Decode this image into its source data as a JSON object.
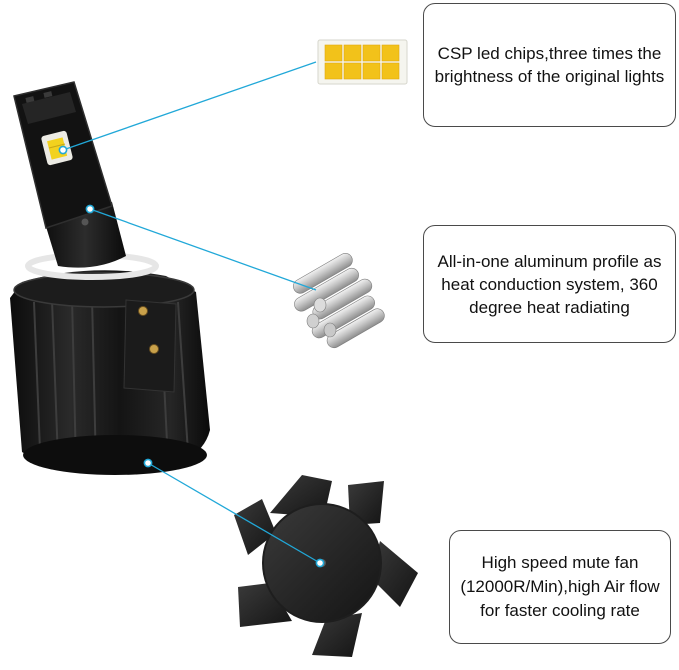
{
  "callouts": {
    "chips": "CSP led chips,three times the brightness of the original lights",
    "profile": "All-in-one aluminum profile as heat conduction system, 360 degree heat radiating",
    "fan": "High speed mute fan (12000R/Min),high Air flow for faster cooling rate"
  },
  "colors": {
    "leader_line": "#21a8d8",
    "housing": "#151515",
    "led_chip": "#f2d21e",
    "callout_border": "#4a4a4a"
  }
}
